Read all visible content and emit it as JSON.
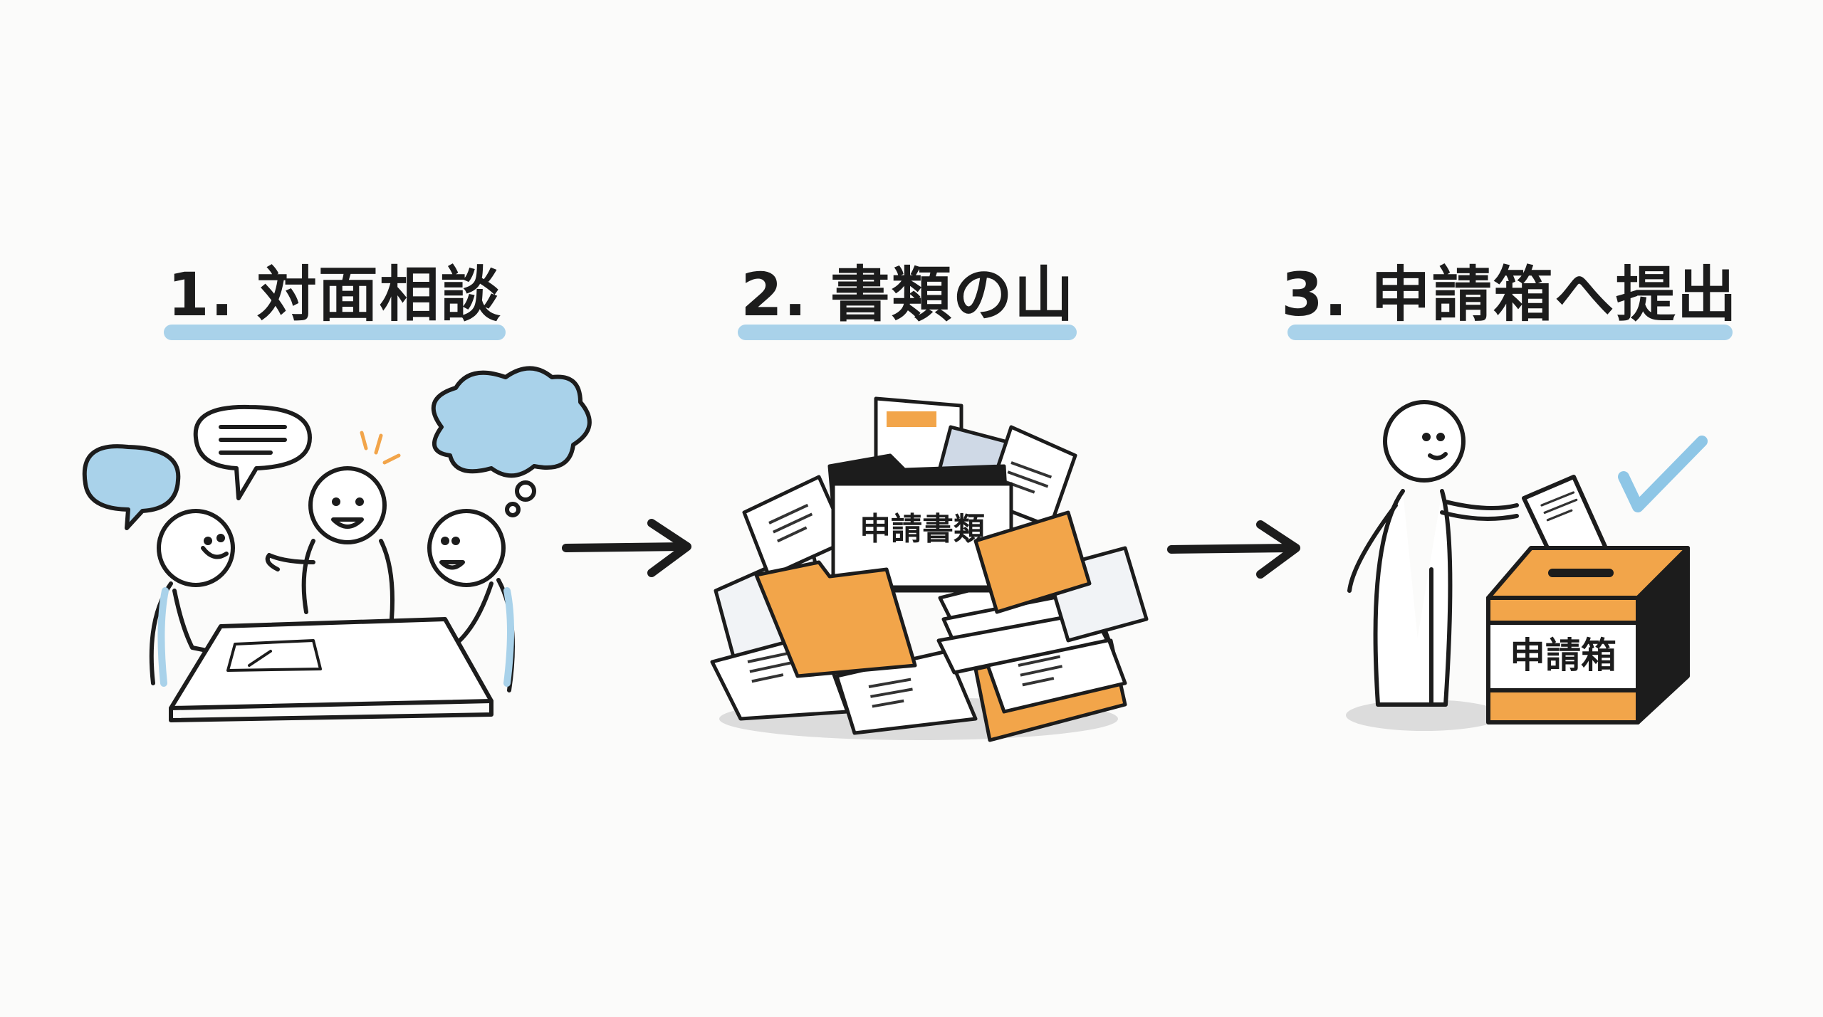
{
  "steps": [
    {
      "title": "1. 対面相談"
    },
    {
      "title": "2. 書類の山",
      "folder_label": "申請書類"
    },
    {
      "title": "3. 申請箱へ提出",
      "box_label": "申請箱"
    }
  ],
  "colors": {
    "accent_blue": "#a9d2ea",
    "accent_orange": "#f2a54a",
    "ink": "#1c1c1c",
    "background": "#fbfbfa"
  },
  "icons": [
    "speech-bubble-icon",
    "thought-bubble-icon",
    "arrow-right-icon",
    "folder-icon",
    "document-icon",
    "ballot-box-icon",
    "checkmark-icon",
    "person-icon"
  ]
}
